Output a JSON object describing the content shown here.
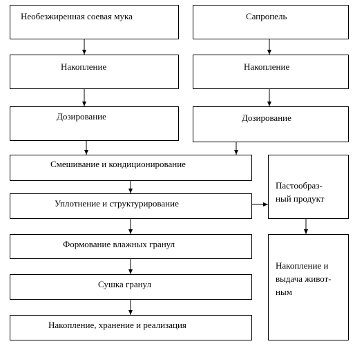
{
  "left_column": {
    "raw_input": "Необезжиренная соевая мука",
    "accumulation": "Накопление",
    "dosing": "Дозирование"
  },
  "right_column": {
    "raw_input": "Сапропель",
    "accumulation": "Накопление",
    "dosing": "Дозирование"
  },
  "main_line": {
    "mixing": "Смешивание и кондиционирование",
    "compaction": "Уплотнение и структурирование",
    "forming": "Формование влажных гранул",
    "drying": "Сушка гранул",
    "final": "Накопление, хранение и реализация"
  },
  "side_branch": {
    "paste_lines": [
      "Пастообраз-",
      "ный продукт"
    ],
    "dispatch_lines": [
      "Накопление и",
      "выдача живот-",
      "ным"
    ]
  }
}
